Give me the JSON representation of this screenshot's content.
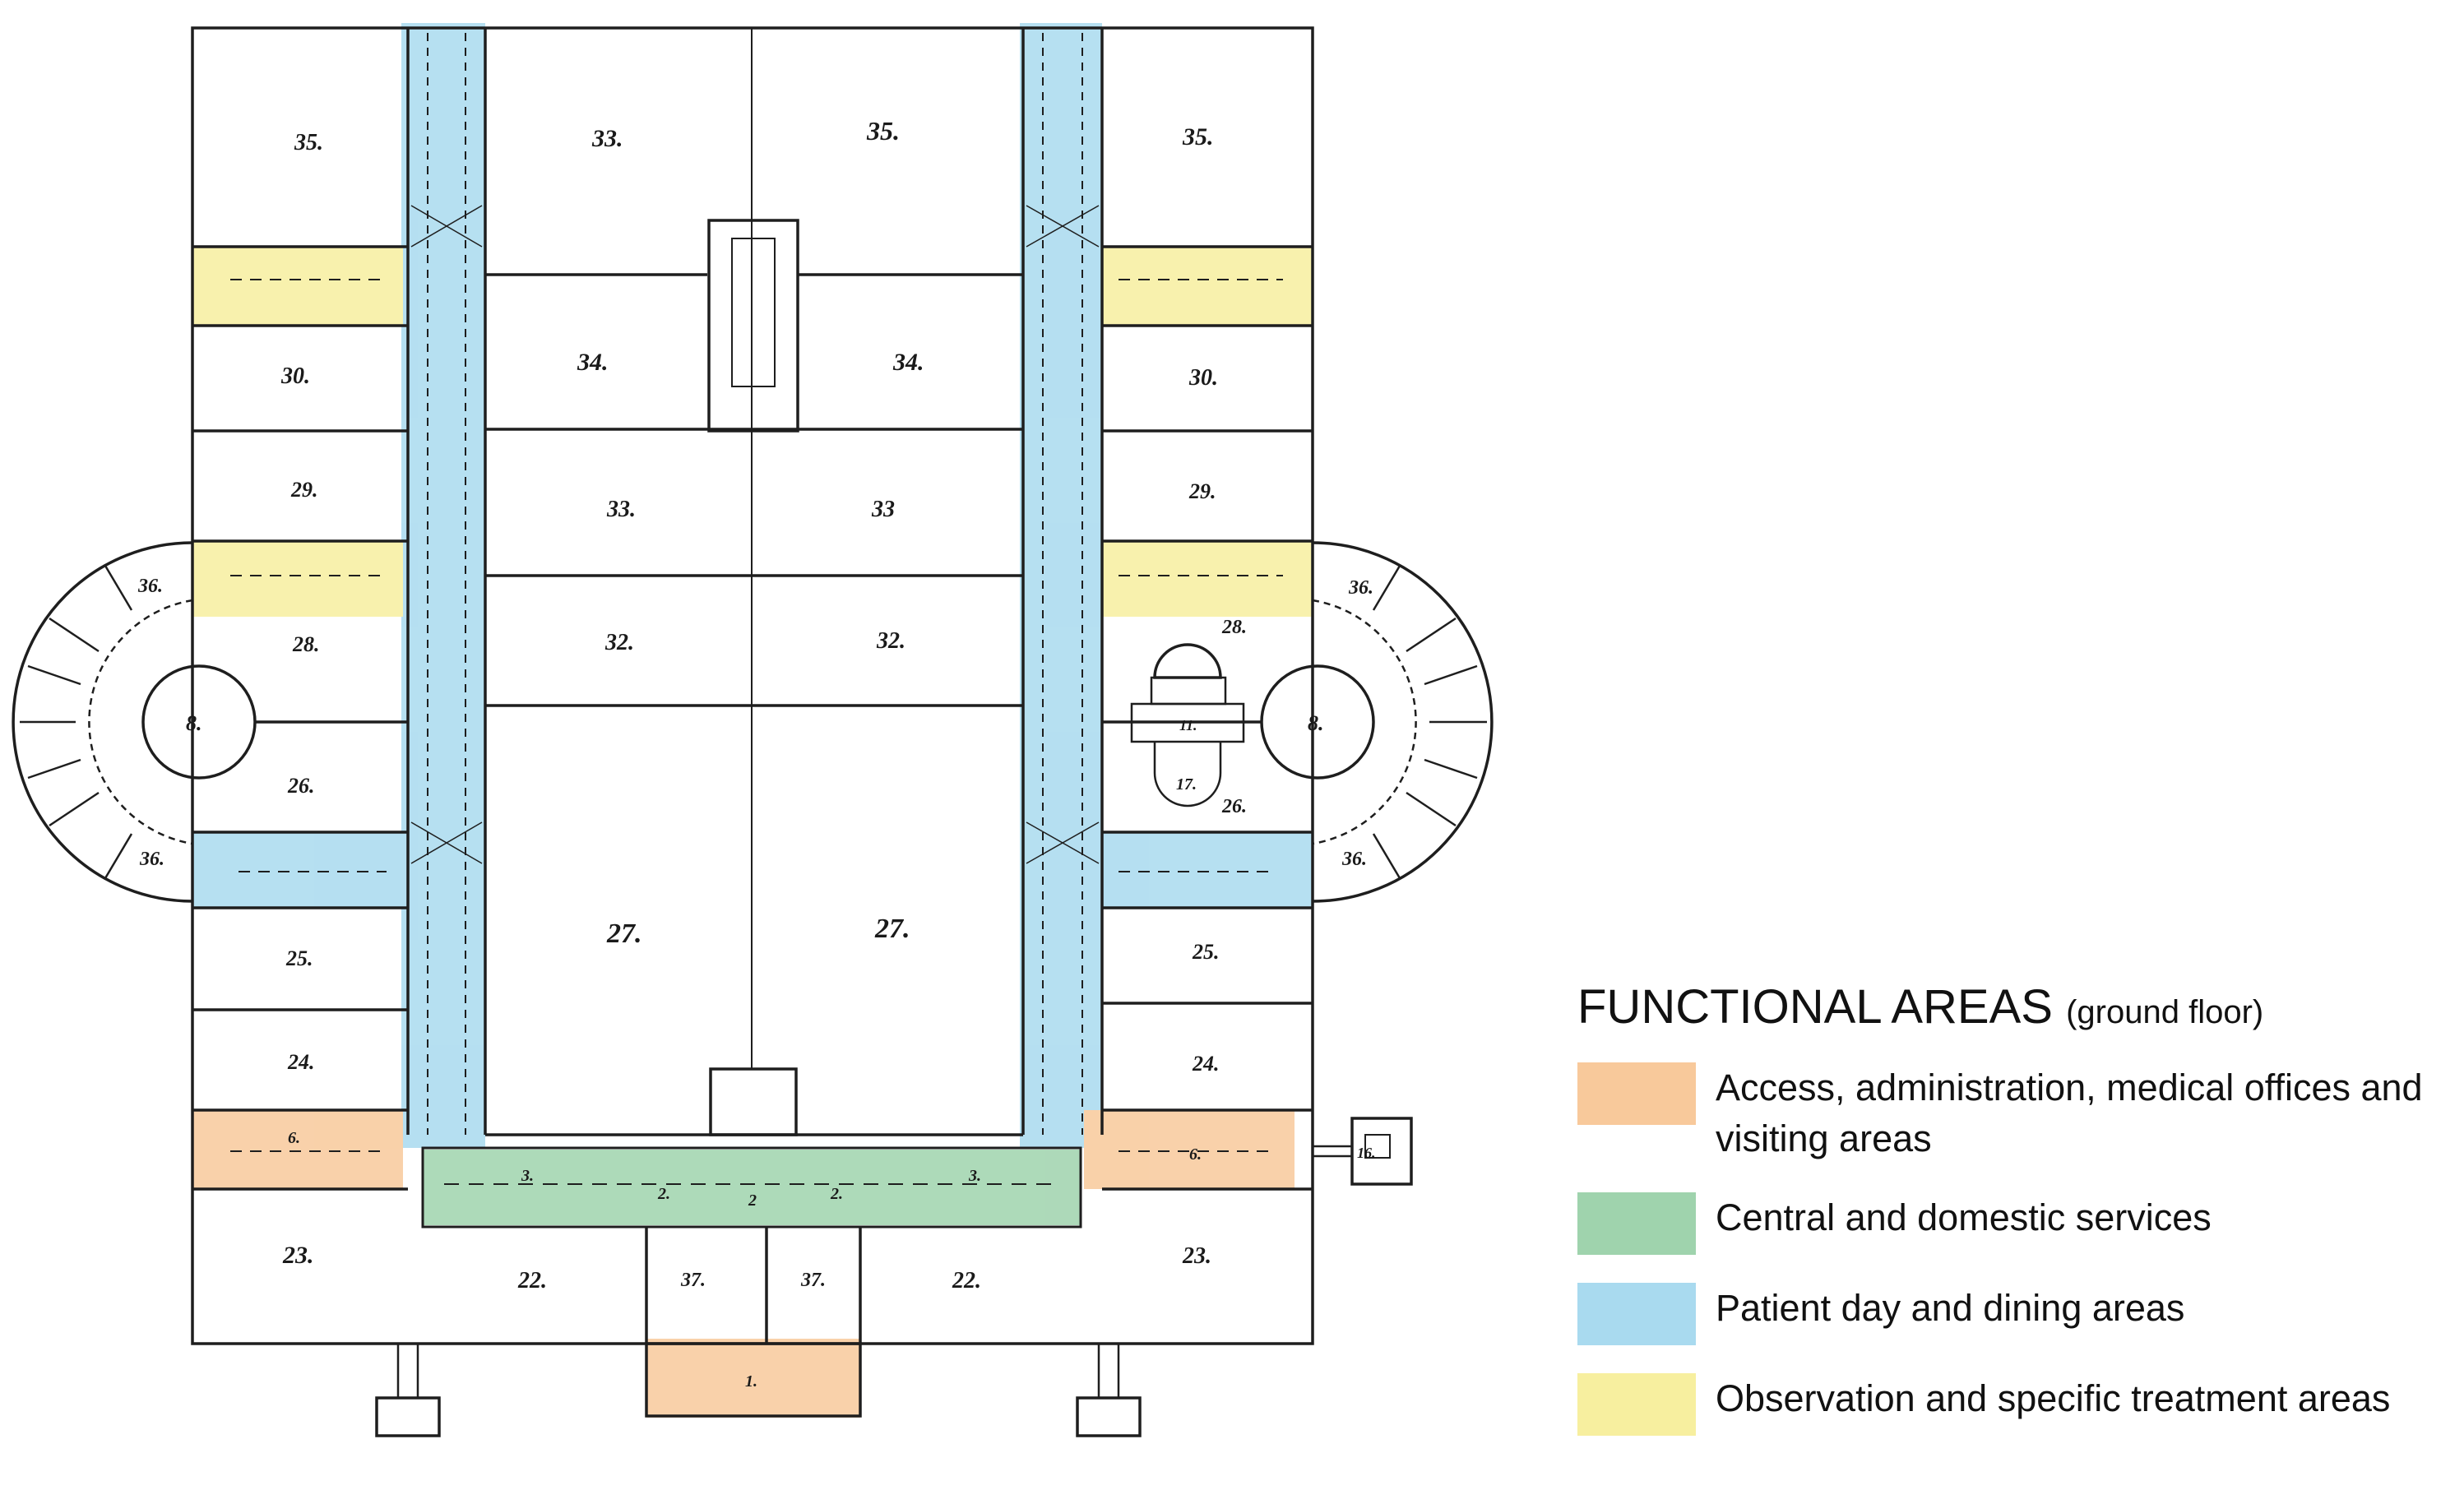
{
  "legend": {
    "title": "FUNCTIONAL AREAS",
    "subtitle": "(ground floor)",
    "items": [
      {
        "label": "Access, administration, medical offices and visiting areas",
        "color": "#f8c99b"
      },
      {
        "label": "Central and domestic services",
        "color": "#9fd3ad"
      },
      {
        "label": "Patient day and dining areas",
        "color": "#a9daef"
      },
      {
        "label": "Observation and specific treatment areas",
        "color": "#f7ef9f"
      }
    ]
  },
  "plan": {
    "labels": {
      "l35a": "35.",
      "l33b": "33.",
      "l35c": "35.",
      "l35d": "35.",
      "l30a": "30.",
      "l34a": "34.",
      "l34b": "34.",
      "l30b": "30.",
      "l29a": "29.",
      "l33a": "33.",
      "l33c": "33",
      "l29b": "29.",
      "l28a": "28.",
      "l32a": "32.",
      "l32b": "32.",
      "l28b": "28.",
      "l8a": "8.",
      "l8b": "8.",
      "l26a": "26.",
      "l26b": "26.",
      "l27a": "27.",
      "l27b": "27.",
      "l25a": "25.",
      "l25b": "25.",
      "l24a": "24.",
      "l24b": "24.",
      "l23a": "23.",
      "l23b": "23.",
      "l22a": "22.",
      "l22b": "22.",
      "l37a": "37.",
      "l37b": "37.",
      "l36a": "36.",
      "l36b": "36.",
      "l36c": "36.",
      "l36d": "36.",
      "l6a": "6.",
      "l6b": "6.",
      "l2a": "2.",
      "l2b": "2",
      "l2c": "2.",
      "l3a": "3.",
      "l3b": "3.",
      "l17": "17.",
      "l11": "11.",
      "l1": "1.",
      "l16": "16."
    }
  }
}
